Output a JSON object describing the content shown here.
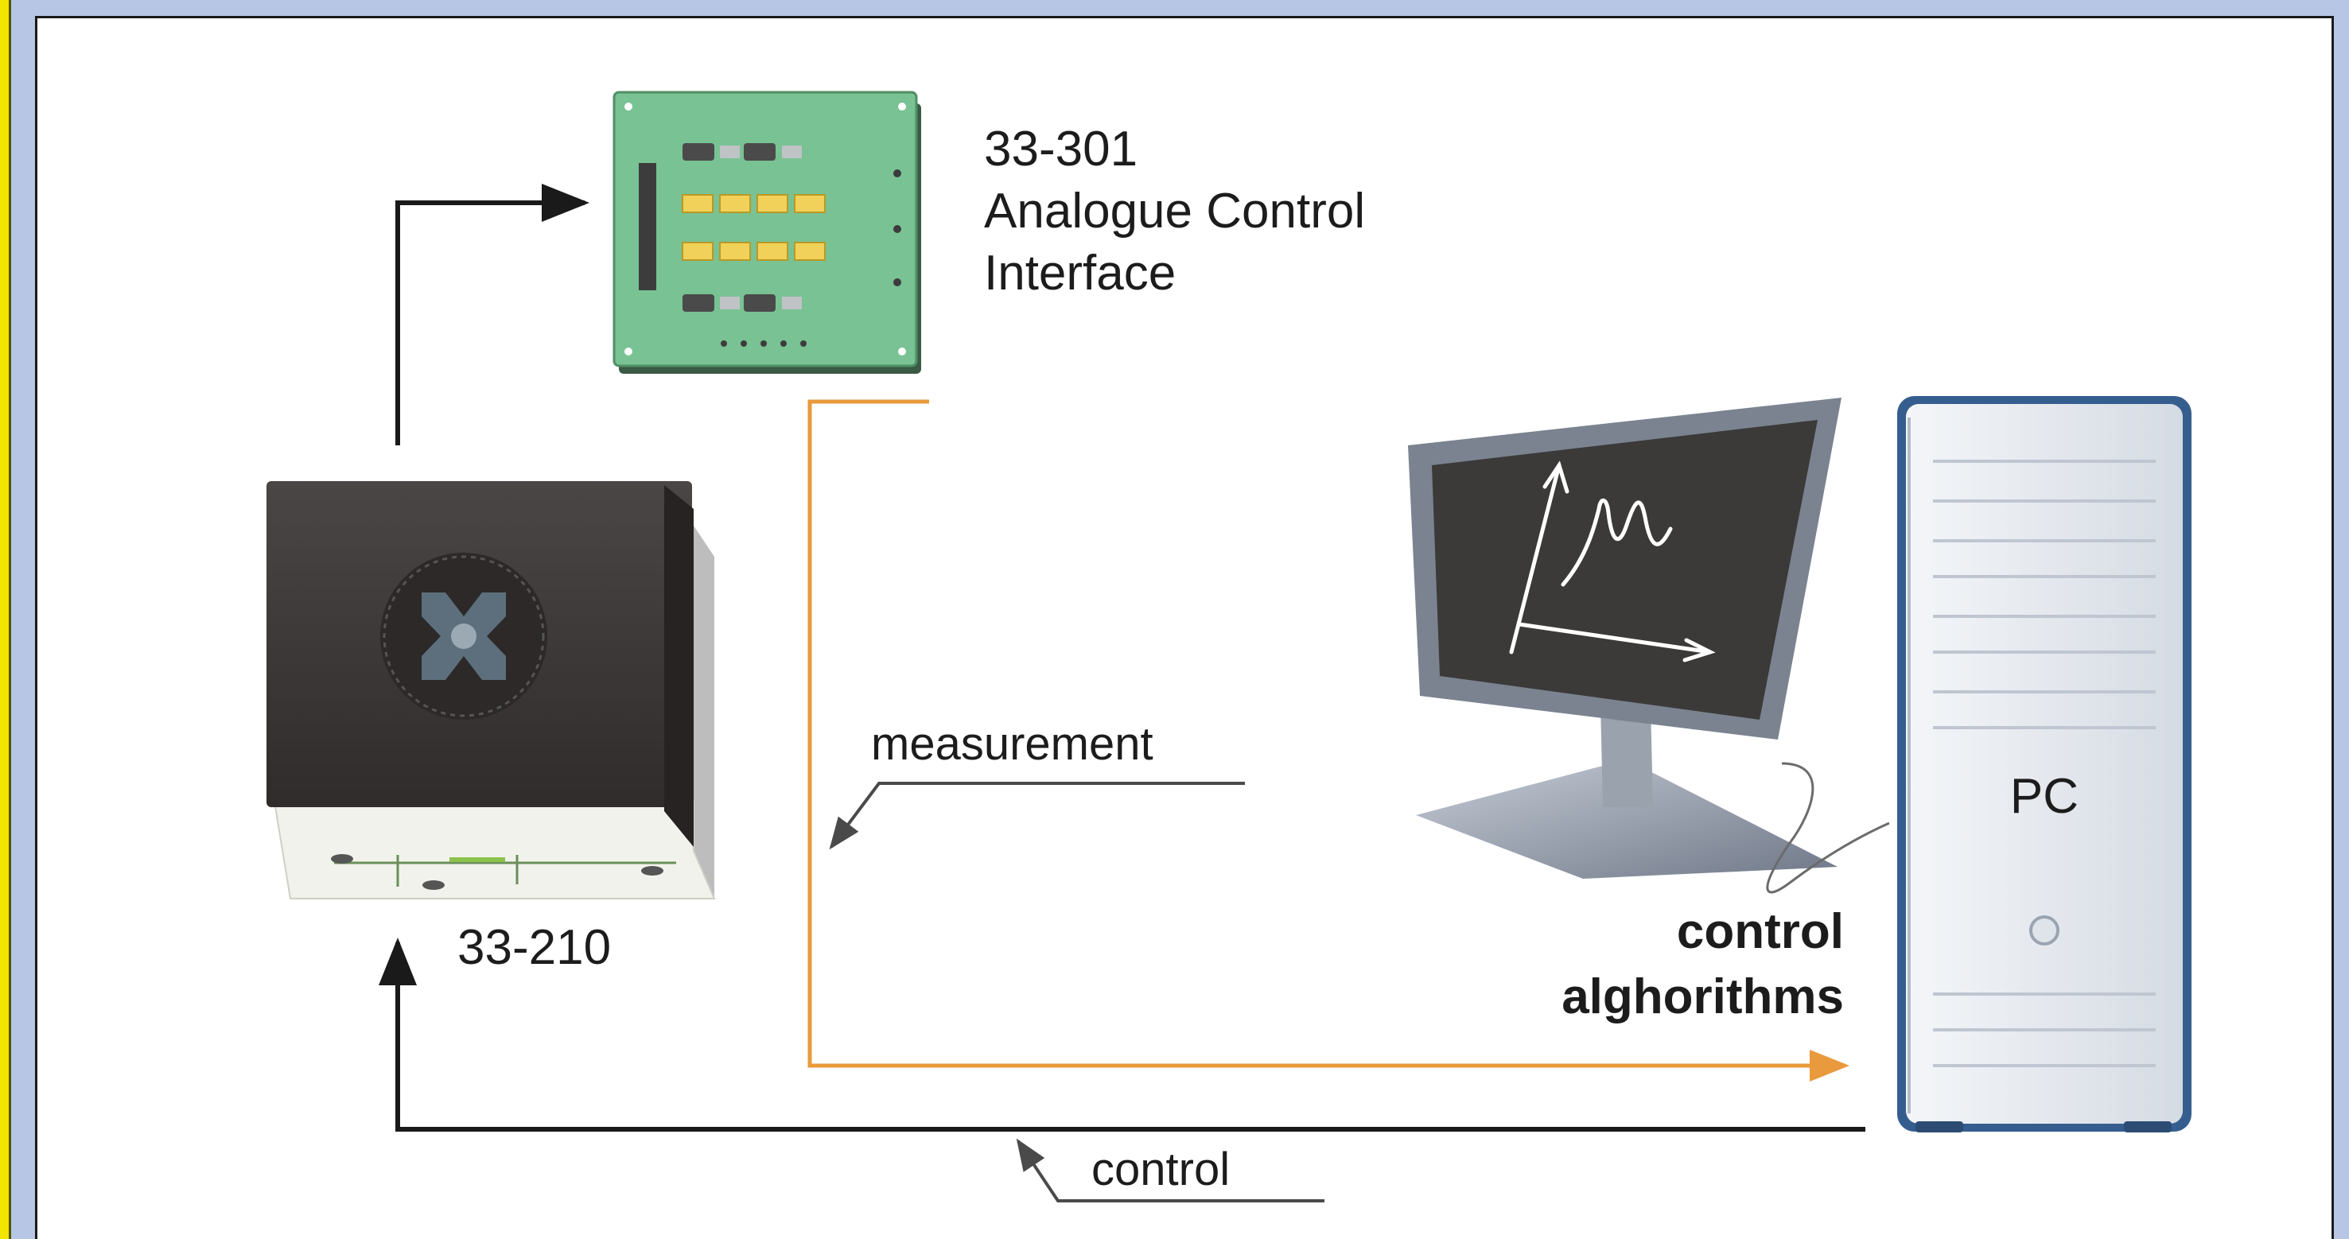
{
  "diagram": {
    "interface_label": {
      "line1": "33-301",
      "line2": "Analogue Control",
      "line3": "Interface"
    },
    "unit_label": "33-210",
    "pc_label": "PC",
    "measurement_label": "measurement",
    "control_label": "control",
    "algorithms_label": {
      "line1": "control",
      "line2": "alghorithms"
    }
  },
  "colors": {
    "background": "#b6c6e4",
    "measurement_path": "#e99a3c",
    "control_path": "#1a1a1a",
    "circuit_board": "#79c293",
    "unit_body": "#3e3a39",
    "monitor_screen": "#3b3a38",
    "pc_case": "#e6eaef"
  },
  "icons": [
    "circuit-board-icon",
    "servo-unit-icon",
    "monitor-icon",
    "pc-tower-icon"
  ]
}
